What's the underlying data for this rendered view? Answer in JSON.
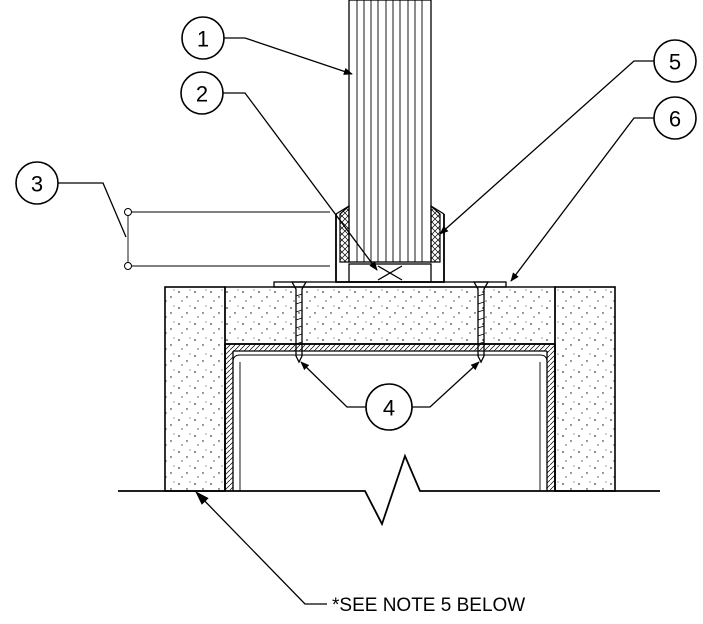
{
  "callouts": {
    "c1": "1",
    "c2": "2",
    "c3": "3",
    "c4": "4",
    "c5": "5",
    "c6": "6"
  },
  "note": "*SEE NOTE 5 BELOW"
}
